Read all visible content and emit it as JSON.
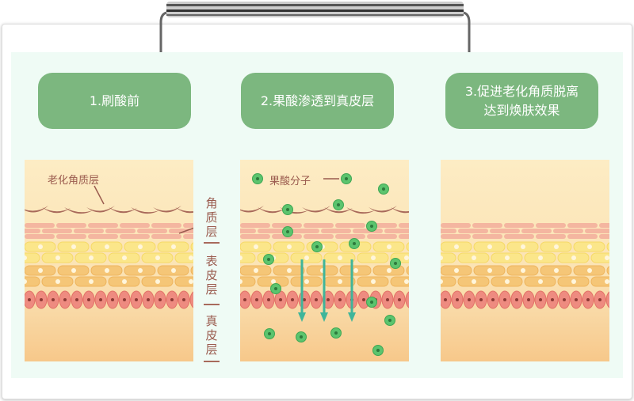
{
  "steps": [
    {
      "label": "1.刷酸前"
    },
    {
      "label": "2.果酸渗透到真皮层"
    },
    {
      "label": "3.促进老化角质脱离达到焕肤效果"
    }
  ],
  "annotations": {
    "aged_stratum": "老化角质层",
    "acid_molecule": "果酸分子"
  },
  "layer_labels": {
    "stratum_corneum": "角质层",
    "epidermis": "表皮层",
    "dermis": "真皮层"
  },
  "colors": {
    "step_bg": "#7cb77f",
    "panel_bg": "#effbf5",
    "molecule": "#4cb860",
    "arrow": "#3fb59a",
    "text": "#9a5b4e"
  }
}
